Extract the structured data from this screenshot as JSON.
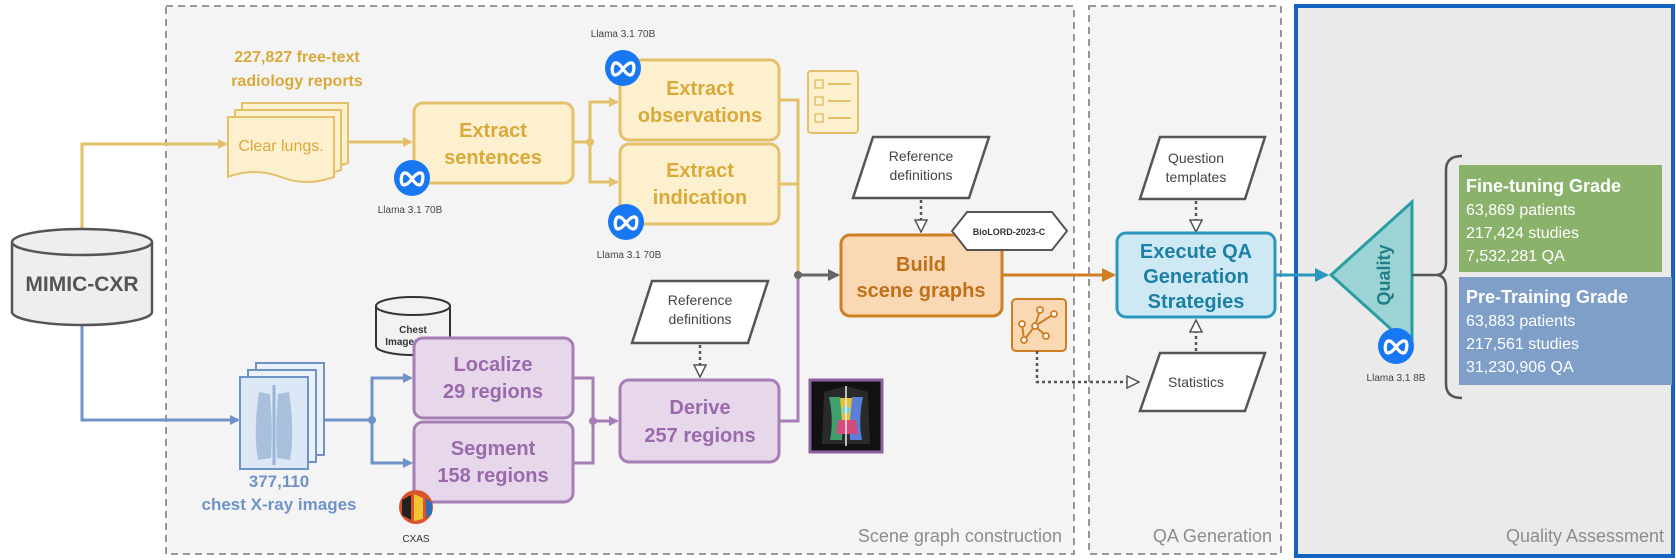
{
  "source": {
    "label": "MIMIC-CXR"
  },
  "reports": {
    "count": "227,827 free-text",
    "desc": "radiology reports",
    "doc_text": "Clear lungs."
  },
  "images": {
    "count": "377,110",
    "desc": "chest X-ray images"
  },
  "steps": {
    "extract_sentences": [
      "Extract",
      "sentences"
    ],
    "extract_observations": [
      "Extract",
      "observations"
    ],
    "extract_indication": [
      "Extract",
      "indication"
    ],
    "localize": [
      "Localize",
      "29 regions"
    ],
    "segment": [
      "Segment",
      "158 regions"
    ],
    "derive": [
      "Derive",
      "257 regions"
    ],
    "build": [
      "Build",
      "scene graphs"
    ],
    "execute": [
      "Execute QA",
      "Generation",
      "Strategies"
    ]
  },
  "models": {
    "llama_70b": "Llama 3.1 70B",
    "llama_8b": "Llama 3.1 8B",
    "biolord": "BioLORD-2023-C",
    "chest_imagenome": [
      "Chest",
      "Imagenome"
    ],
    "cxas": "CXAS"
  },
  "inputs": {
    "reference_definitions": [
      "Reference",
      "definitions"
    ],
    "question_templates": [
      "Question",
      "templates"
    ],
    "statistics": "Statistics"
  },
  "quality": {
    "label": "Quality"
  },
  "grades": {
    "fine_tuning": {
      "title": "Fine-tuning Grade",
      "patients": "63,869 patients",
      "studies": "217,424 studies",
      "qa": "7,532,281 QA"
    },
    "pre_training": {
      "title": "Pre-Training Grade",
      "patients": "63,883 patients",
      "studies": "217,561 studies",
      "qa": "31,230,906 QA"
    }
  },
  "sections": {
    "scene_graph": "Scene graph construction",
    "qa_generation": "QA Generation",
    "quality_assessment": "Quality Assessment"
  },
  "colors": {
    "yellow_fill": "#fdf0cf",
    "yellow_stroke": "#e5c06a",
    "yellow_text": "#d9a93a",
    "purple_fill": "#e6d7ea",
    "purple_stroke": "#a77db5",
    "purple_text": "#9a6aac",
    "blue_line": "#6f93c7",
    "orange_fill": "#fad8b4",
    "orange_stroke": "#cf7e22",
    "orange_text": "#c1701a",
    "cyan_fill": "#cfe9f4",
    "cyan_stroke": "#2b97bf",
    "cyan_text": "#1c7fa6",
    "green_grade": "#8bb26b",
    "blue_grade": "#7f9ec8",
    "qa_border": "#1563c0",
    "meta_blue": "#1877f2"
  }
}
